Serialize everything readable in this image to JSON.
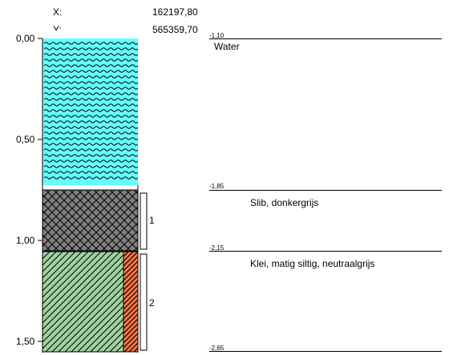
{
  "header": {
    "x_label": "X:",
    "x_value": "162197,80",
    "y_label": "Y:",
    "y_value": "565359,70"
  },
  "depth_axis": {
    "ticks": [
      "0,00",
      "0,50",
      "1,00",
      "1,50"
    ]
  },
  "samples": [
    {
      "number": "1"
    },
    {
      "number": "2"
    }
  ],
  "layers": [
    {
      "top_level": "-1,10",
      "description": "Water",
      "fill": "water",
      "color": "#66ffff"
    },
    {
      "top_level": "-1,85",
      "description": "Slib, donkergrijs",
      "fill": "crosshatch",
      "color": "#808080"
    },
    {
      "top_level": "-2,15",
      "description": "Klei, matig siltig, neutraalgrijs",
      "fill": "diagonal",
      "color": "#9fd39f"
    }
  ],
  "bottom_level": "-2,65",
  "side_strip_color": "#ff7744"
}
